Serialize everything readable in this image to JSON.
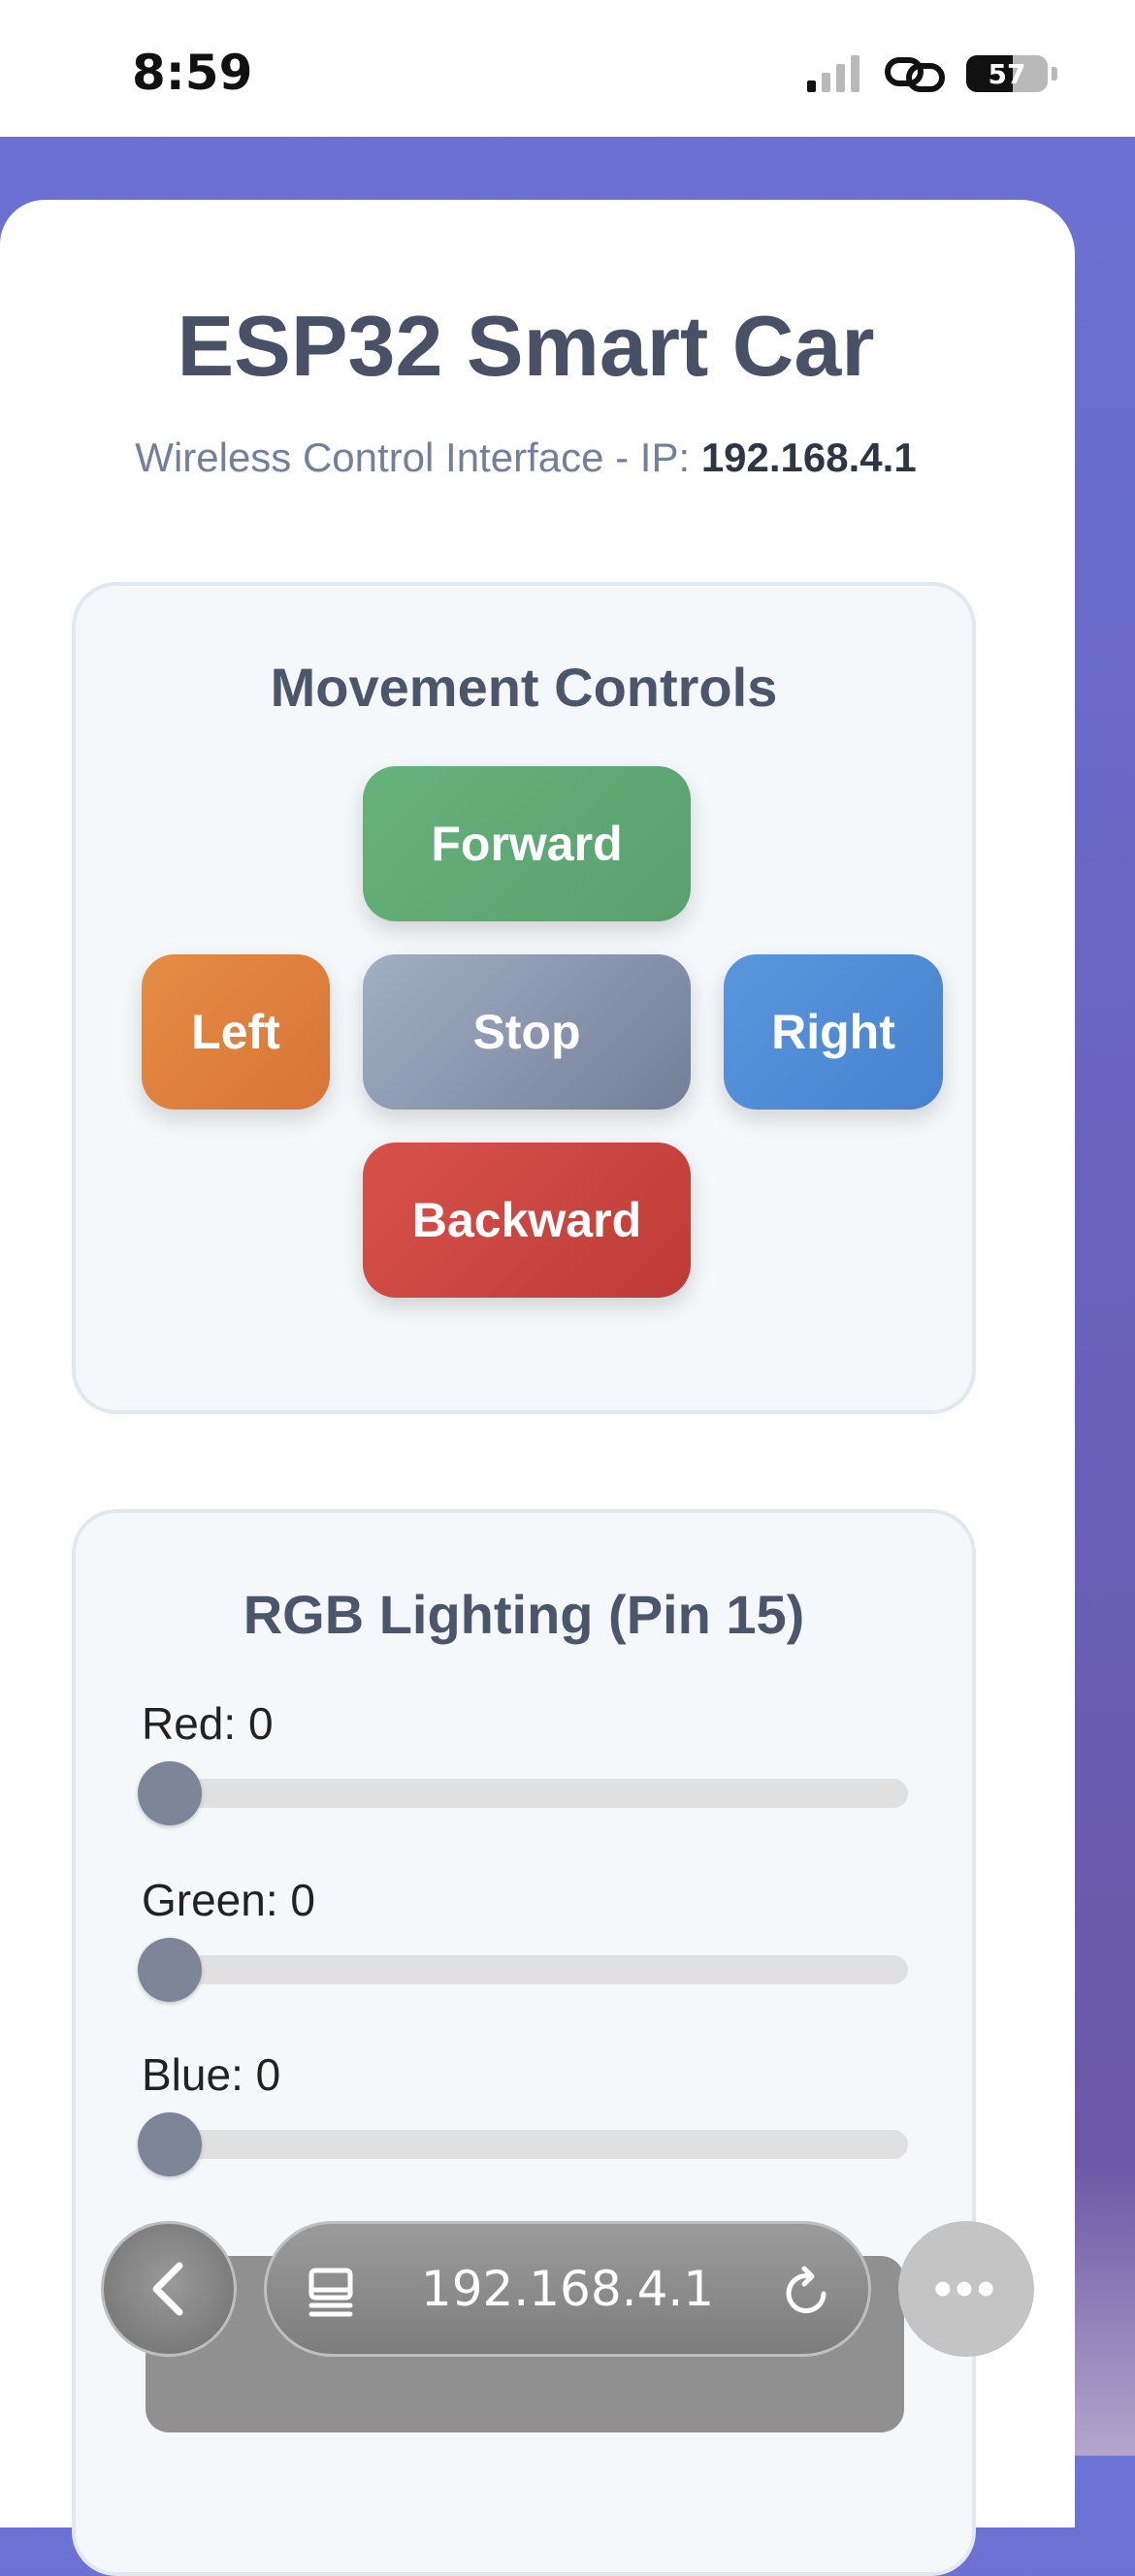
{
  "status_bar": {
    "time": "8:59",
    "battery_level": "57",
    "battery_fraction": 0.57
  },
  "header": {
    "title": "ESP32 Smart Car",
    "subtitle_prefix": "Wireless Control Interface - IP: ",
    "ip": "192.168.4.1"
  },
  "movement": {
    "title": "Movement Controls",
    "forward_label": "Forward",
    "left_label": "Left",
    "stop_label": "Stop",
    "right_label": "Right",
    "backward_label": "Backward"
  },
  "rgb": {
    "title": "RGB Lighting (Pin 15)",
    "sliders": [
      {
        "label": "Red: 0",
        "value": 0,
        "max": 255
      },
      {
        "label": "Green: 0",
        "value": 0,
        "max": 255
      },
      {
        "label": "Blue: 0",
        "value": 0,
        "max": 255
      }
    ]
  },
  "browser": {
    "url": "192.168.4.1",
    "back_icon": "chevron-left-icon",
    "tabs_icon": "tab-overview-icon",
    "reload_icon": "reload-icon",
    "more_label": "•••"
  },
  "colors": {
    "forward": "#5aa06f",
    "left": "#d87537",
    "stop": "#737f98",
    "right": "#4782d0",
    "backward": "#bd3b37",
    "background_accent": "#6b73d6"
  }
}
